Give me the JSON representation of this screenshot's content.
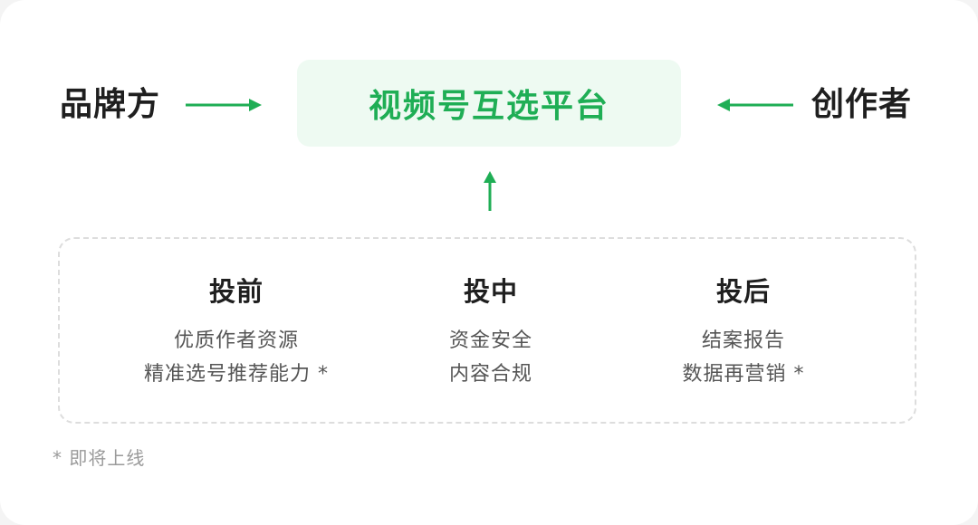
{
  "flow": {
    "left_label": "品牌方",
    "center_label": "视频号互选平台",
    "right_label": "创作者"
  },
  "stages": [
    {
      "title": "投前",
      "items": [
        "优质作者资源",
        "精准选号推荐能力 *"
      ]
    },
    {
      "title": "投中",
      "items": [
        "资金安全",
        "内容合规"
      ]
    },
    {
      "title": "投后",
      "items": [
        "结案报告",
        "数据再营销 *"
      ]
    }
  ],
  "footnote": "* 即将上线",
  "colors": {
    "accent": "#1fae55",
    "platform_bg": "#eefaf2",
    "border": "#dddddd"
  }
}
